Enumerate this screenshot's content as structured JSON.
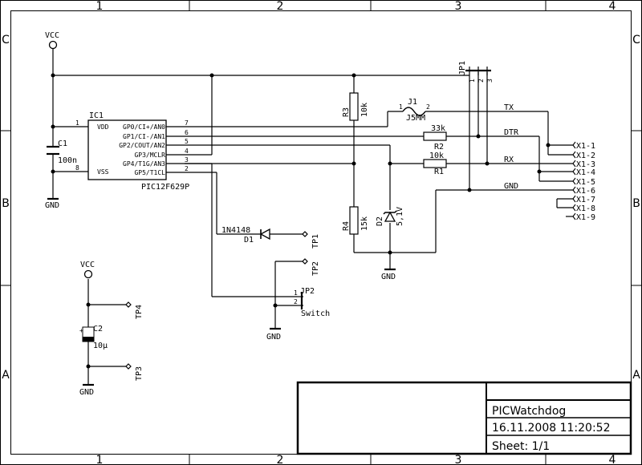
{
  "frame": {
    "columns": [
      "1",
      "2",
      "3",
      "4"
    ],
    "rows": [
      "C",
      "B",
      "A"
    ]
  },
  "ic1": {
    "ref": "IC1",
    "part": "PIC12F629P",
    "pin_vdd": "VDD",
    "pin_vss": "VSS",
    "pin_labels": [
      "GP0/CI+/AN0",
      "GP1/CI-/AN1",
      "GP2/COUT/AN2",
      "GP3/MCLR",
      "GP4/T1G/AN3",
      "GP5/T1CL"
    ],
    "pin_numbers": {
      "vdd": "1",
      "vss": "8",
      "gp0": "7",
      "gp1": "6",
      "gp2": "5",
      "gp3": "4",
      "gp4": "3",
      "gp5": "2"
    }
  },
  "power": {
    "vcc1": "VCC",
    "vcc2": "VCC",
    "gnd1": "GND",
    "gnd2": "GND",
    "gnd3": "GND",
    "gnd4": "GND"
  },
  "components": {
    "c1_ref": "C1",
    "c1_val": "100n",
    "c2_ref": "C2",
    "c2_val": "10µ",
    "r1_ref": "R1",
    "r1_val": "10k",
    "r2_ref": "R2",
    "r2_val": "33k",
    "r3_ref": "R3",
    "r3_val": "10k",
    "r4_ref": "R4",
    "r4_val": "15k",
    "d1_ref": "D1",
    "d1_val": "1N4148",
    "d2_ref": "D2",
    "d2_val": "5,1V",
    "j1_ref": "J1",
    "j1_val": "J5MM",
    "j1_pin1": "1",
    "j1_pin2": "2",
    "jp1_ref": "JP1",
    "jp1_pins": [
      "1",
      "2",
      "3"
    ],
    "jp2_ref": "JP2",
    "jp2_val": "Switch",
    "jp2_pin1": "1",
    "jp2_pin2": "2",
    "tp1": "TP1",
    "tp2": "TP2",
    "tp3": "TP3",
    "tp4": "TP4"
  },
  "nets": {
    "tx": "TX",
    "dtr": "DTR",
    "rx": "RX",
    "gnd": "GND"
  },
  "connector": {
    "pins": [
      "X1-1",
      "X1-2",
      "X1-3",
      "X1-4",
      "X1-5",
      "X1-6",
      "X1-7",
      "X1-8",
      "X1-9"
    ]
  },
  "title_block": {
    "title": "PICWatchdog",
    "datetime": "16.11.2008 11:20:52",
    "sheet": "Sheet: 1/1"
  }
}
